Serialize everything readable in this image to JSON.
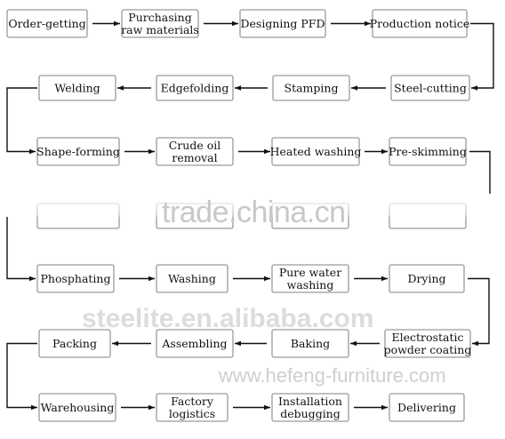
{
  "boxes": [
    {
      "id": "order-getting",
      "lines": [
        "Order-getting"
      ]
    },
    {
      "id": "purchasing-raw-materials",
      "lines": [
        "Purchasing",
        "raw materials"
      ]
    },
    {
      "id": "designing-pfd",
      "lines": [
        "Designing PFD"
      ]
    },
    {
      "id": "production-notice",
      "lines": [
        "Production notice"
      ]
    },
    {
      "id": "steel-cutting",
      "lines": [
        "Steel-cutting"
      ]
    },
    {
      "id": "stamping",
      "lines": [
        "Stamping"
      ]
    },
    {
      "id": "edgefolding",
      "lines": [
        "Edgefolding"
      ]
    },
    {
      "id": "welding",
      "lines": [
        "Welding"
      ]
    },
    {
      "id": "shape-forming",
      "lines": [
        "Shape-forming"
      ]
    },
    {
      "id": "crude-oil-removal",
      "lines": [
        "Crude oil",
        "removal"
      ]
    },
    {
      "id": "heated-washing",
      "lines": [
        "Heated washing"
      ]
    },
    {
      "id": "pre-skimming",
      "lines": [
        "Pre-skimming"
      ]
    },
    {
      "id": "hidden-1",
      "lines": []
    },
    {
      "id": "hidden-2",
      "lines": []
    },
    {
      "id": "hidden-3",
      "lines": []
    },
    {
      "id": "hidden-4",
      "lines": []
    },
    {
      "id": "phosphating",
      "lines": [
        "Phosphating"
      ]
    },
    {
      "id": "washing",
      "lines": [
        "Washing"
      ]
    },
    {
      "id": "pure-water-washing",
      "lines": [
        "Pure water",
        "washing"
      ]
    },
    {
      "id": "drying",
      "lines": [
        "Drying"
      ]
    },
    {
      "id": "electrostatic-powder-coating",
      "lines": [
        "Electrostatic",
        "powder coating"
      ]
    },
    {
      "id": "baking",
      "lines": [
        "Baking"
      ]
    },
    {
      "id": "assembling",
      "lines": [
        "Assembling"
      ]
    },
    {
      "id": "packing",
      "lines": [
        "Packing"
      ]
    },
    {
      "id": "warehousing",
      "lines": [
        "Warehousing"
      ]
    },
    {
      "id": "factory-logistics",
      "lines": [
        "Factory",
        "logistics"
      ]
    },
    {
      "id": "installation-debugging",
      "lines": [
        "Installation",
        "debugging"
      ]
    },
    {
      "id": "delivering",
      "lines": [
        "Delivering"
      ]
    }
  ],
  "watermarks": {
    "trade": "trade.china.cn",
    "steelite": "steelite.en.alibaba.com",
    "hefeng": "www.hefeng-furniture.com"
  }
}
